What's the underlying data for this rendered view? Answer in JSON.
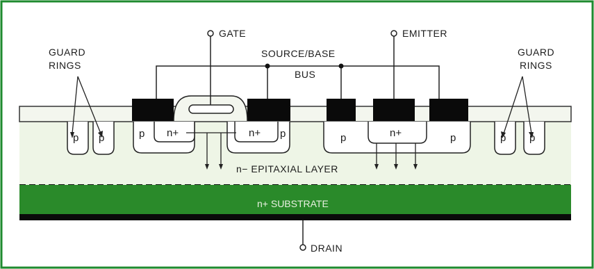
{
  "diagram": {
    "labels": {
      "gate": "GATE",
      "emitter": "EMITTER",
      "source_base": "SOURCE/BASE",
      "bus": "BUS",
      "guard_rings_left_1": "GUARD",
      "guard_rings_left_2": "RINGS",
      "guard_rings_right_1": "GUARD",
      "guard_rings_right_2": "RINGS",
      "epitaxial": "n− EPITAXIAL LAYER",
      "substrate": "n+ SUBSTRATE",
      "drain": "DRAIN"
    },
    "regions": {
      "p": "p",
      "n_plus": "n+"
    },
    "colors": {
      "frame": "#1e8a2e",
      "epitaxial": "#eef5e6",
      "substrate": "#2a8a2a",
      "metal": "#0a0a0a",
      "oxide": "#f3f6ee"
    }
  }
}
